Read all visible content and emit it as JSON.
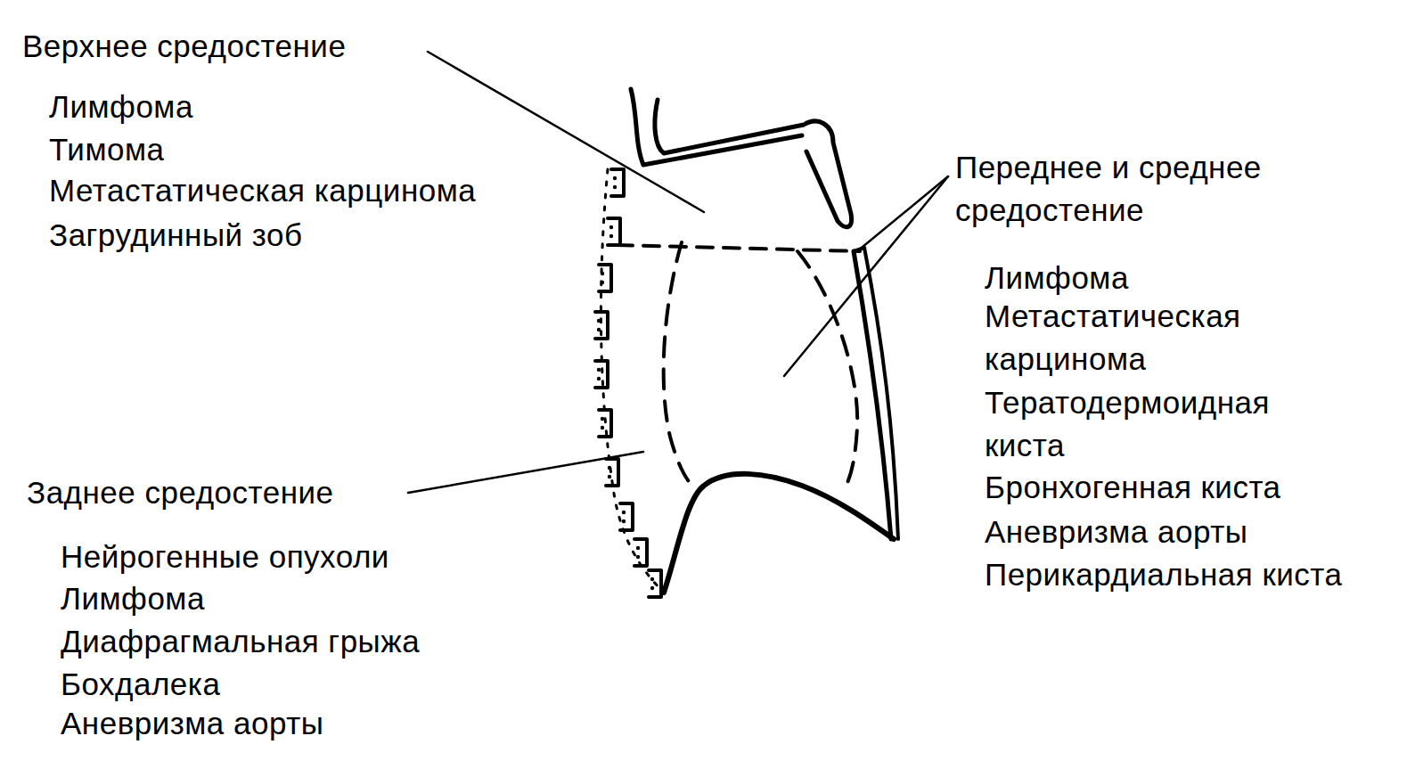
{
  "diagram": {
    "labels": [
      "Верхнее средостение",
      "Лимфома",
      "Тимома",
      "Метастатическая карцинома",
      "Загрудинный зоб",
      "Переднее и среднее средостение",
      "Лимфома",
      "Метастатическая карцинома",
      "Тератодермоидная киста",
      "Бронхогенная киста",
      "Аневризма аорты",
      "Перикардиальная киста",
      "Заднее средостение",
      "Нейрогенные опухоли",
      "Лимфома",
      "Диафрагмальная грыжа Бохдалека",
      "Аневризма аорты"
    ]
  }
}
